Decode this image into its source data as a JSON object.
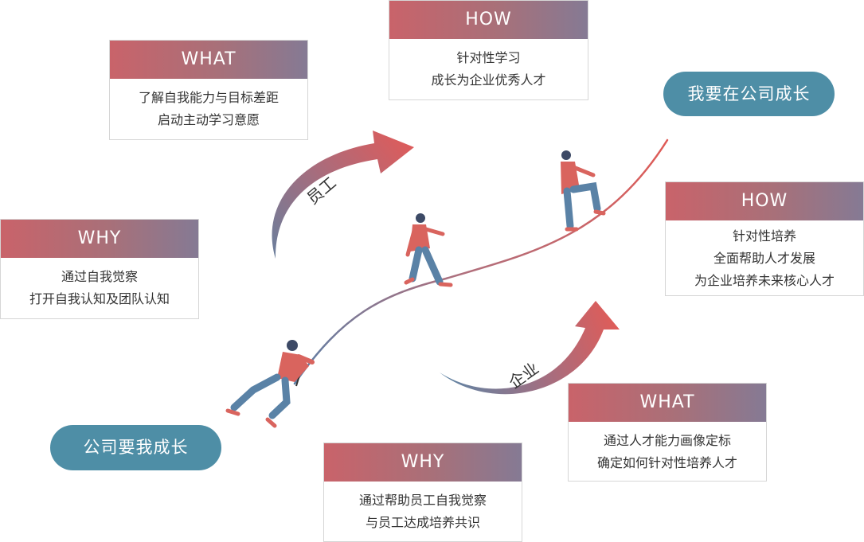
{
  "cards": {
    "what_emp": {
      "header": "WHAT",
      "lines": [
        "了解自我能力与目标差距",
        "启动主动学习意愿"
      ]
    },
    "how_emp": {
      "header": "HOW",
      "lines": [
        "针对性学习",
        "成长为企业优秀人才"
      ]
    },
    "why_emp": {
      "header": "WHY",
      "lines": [
        "通过自我觉察",
        "打开自我认知及团队认知"
      ]
    },
    "how_ent": {
      "header": "HOW",
      "lines": [
        "针对性培养",
        "全面帮助人才发展",
        "为企业培养未来核心人才"
      ]
    },
    "what_ent": {
      "header": "WHAT",
      "lines": [
        "通过人才能力画像定标",
        "确定如何针对性培养人才"
      ]
    },
    "why_ent": {
      "header": "WHY",
      "lines": [
        "通过帮助员工自我觉察",
        "与员工达成培养共识"
      ]
    }
  },
  "pills": {
    "top": "我要在公司成长",
    "bottom": "公司要我成长"
  },
  "arrows": {
    "employee": "员工",
    "enterprise": "企业"
  },
  "colors": {
    "header_start": "#c9636a",
    "header_end": "#857a94",
    "pill": "#4e8ea6",
    "curve_start": "#5b7fa6",
    "curve_end": "#e05a55"
  }
}
